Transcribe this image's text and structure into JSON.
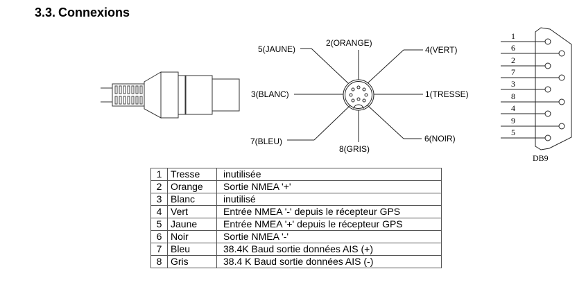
{
  "section": {
    "number": "3.3.",
    "title": "Connexions"
  },
  "din_labels": {
    "pin1": "1(TRESSE)",
    "pin2": "2(ORANGE)",
    "pin3": "3(BLANC)",
    "pin4": "4(VERT)",
    "pin5": "5(JAUNE)",
    "pin6": "6(NOIR)",
    "pin7": "7(BLEU)",
    "pin8": "8(GRIS)"
  },
  "db9": {
    "label": "DB9",
    "pins": [
      "1",
      "6",
      "2",
      "7",
      "3",
      "8",
      "4",
      "9",
      "5"
    ]
  },
  "table": {
    "rows": [
      {
        "pin": "1",
        "color": "Tresse",
        "function": "inutilisée"
      },
      {
        "pin": "2",
        "color": "Orange",
        "function": "Sortie NMEA '+'"
      },
      {
        "pin": "3",
        "color": "Blanc",
        "function": "inutilisé"
      },
      {
        "pin": "4",
        "color": "Vert",
        "function": "Entrée NMEA '-' depuis le récepteur GPS"
      },
      {
        "pin": "5",
        "color": "Jaune",
        "function": "Entrée NMEA '+' depuis le récepteur GPS"
      },
      {
        "pin": "6",
        "color": "Noir",
        "function": "Sortie NMEA '-'"
      },
      {
        "pin": "7",
        "color": "Bleu",
        "function": "38.4K Baud sortie données AIS (+)"
      },
      {
        "pin": "8",
        "color": "Gris",
        "function": "38.4 K Baud sortie données AIS (-)"
      }
    ]
  }
}
